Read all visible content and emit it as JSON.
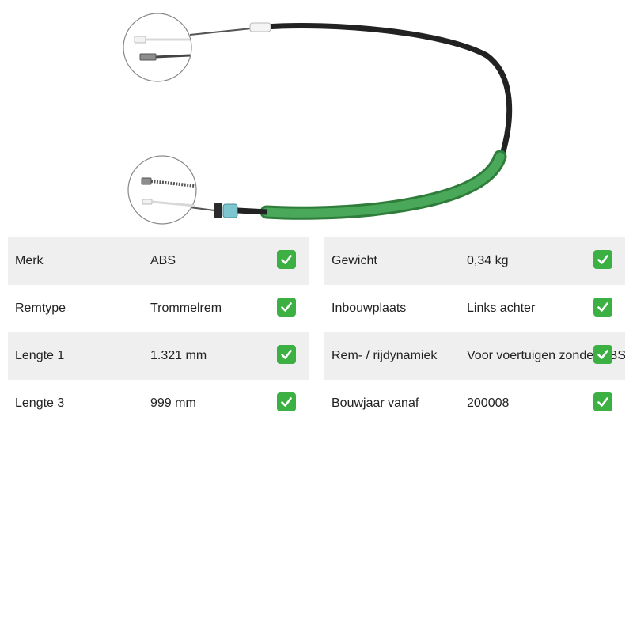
{
  "product": {
    "image_icon": "handbrake-cable-image"
  },
  "colors": {
    "row_shade": "#efefef",
    "check_green": "#3cb043",
    "cable_black": "#222222",
    "sleeve_green": "#3e9a4c"
  },
  "specs": {
    "left": [
      {
        "label": "Merk",
        "value": "ABS"
      },
      {
        "label": "Remtype",
        "value": "Trommelrem"
      },
      {
        "label": "Lengte 1",
        "value": "1.321 mm"
      },
      {
        "label": "Lengte 3",
        "value": "999 mm"
      }
    ],
    "right": [
      {
        "label": "Gewicht",
        "value": "0,34 kg"
      },
      {
        "label": "Inbouwplaats",
        "value": "Links achter"
      },
      {
        "label": "Rem- / rijdynamiek",
        "value": "Voor voertuigen zonder ABS"
      },
      {
        "label": "Bouwjaar vanaf",
        "value": "200008"
      }
    ]
  },
  "check_icon": "check-mark-icon"
}
